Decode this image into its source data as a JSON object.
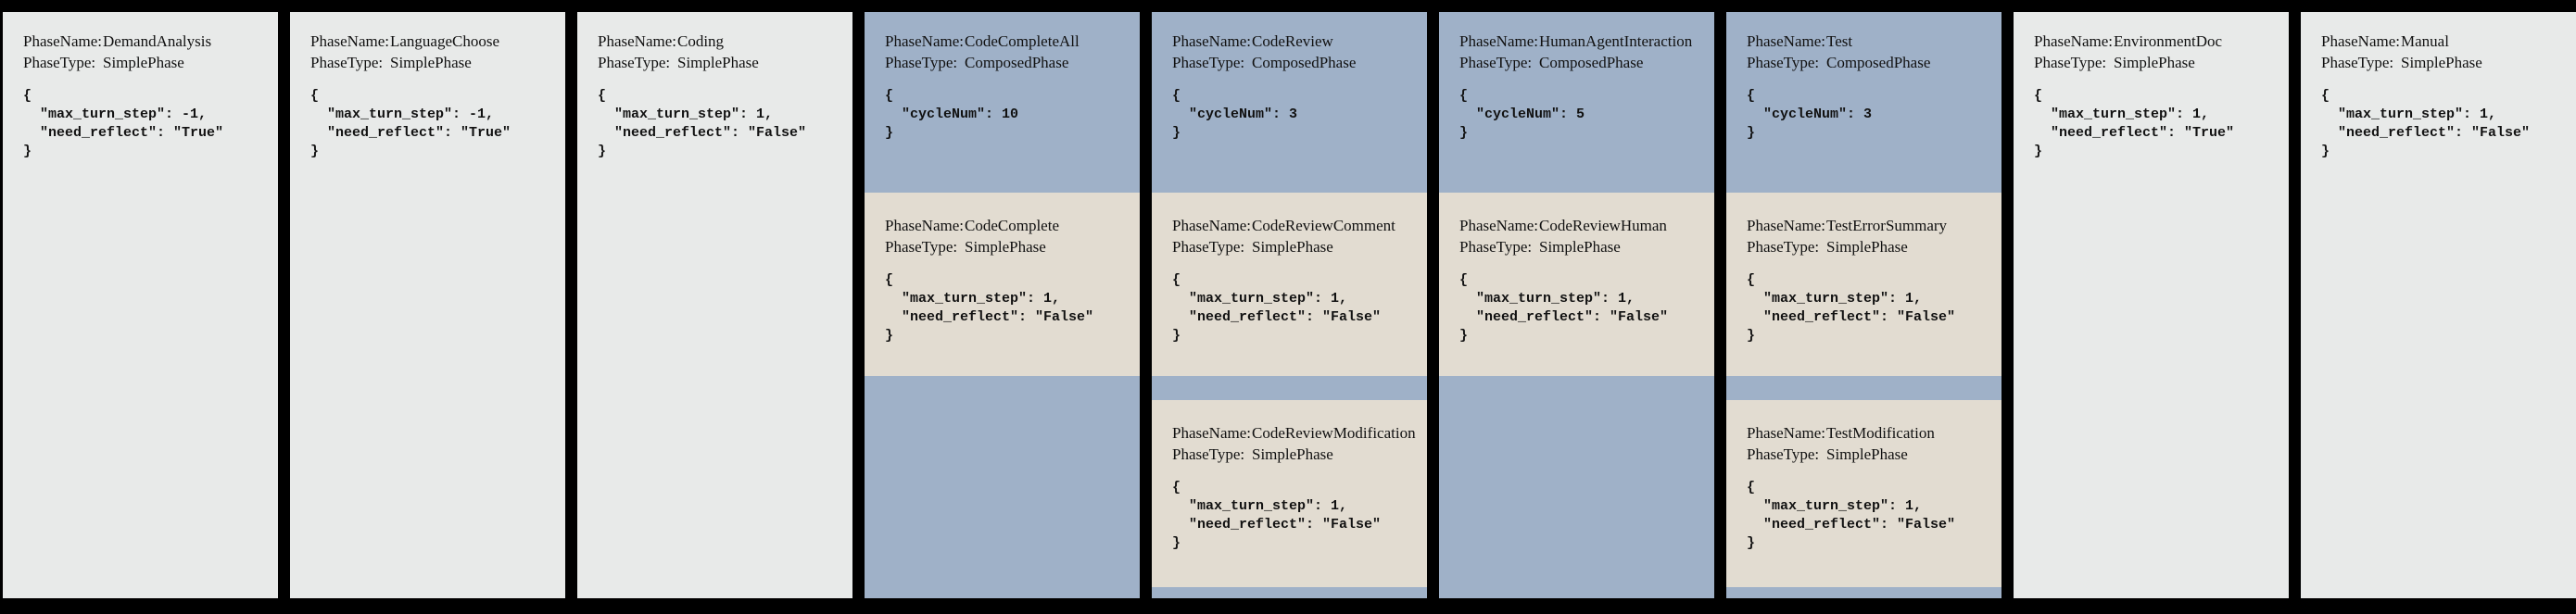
{
  "labels": {
    "phase_name": "PhaseName:",
    "phase_type": "PhaseType:"
  },
  "colors": {
    "background": "#000000",
    "simple_phase_bg": "#e8eae9",
    "composed_phase_bg": "#9fb1c8",
    "nested_phase_bg": "#e2dcd1",
    "text": "#111111"
  },
  "phases": [
    {
      "name": "DemandAnalysis",
      "type": "SimplePhase",
      "config": "{\n  \"max_turn_step\": -1,\n  \"need_reflect\": \"True\"\n}"
    },
    {
      "name": "LanguageChoose",
      "type": "SimplePhase",
      "config": "{\n  \"max_turn_step\": -1,\n  \"need_reflect\": \"True\"\n}"
    },
    {
      "name": "Coding",
      "type": "SimplePhase",
      "config": "{\n  \"max_turn_step\": 1,\n  \"need_reflect\": \"False\"\n}"
    },
    {
      "name": "CodeCompleteAll",
      "type": "ComposedPhase",
      "config": "{\n  \"cycleNum\": 10\n}",
      "children": [
        {
          "name": "CodeComplete",
          "type": "SimplePhase",
          "config": "{\n  \"max_turn_step\": 1,\n  \"need_reflect\": \"False\"\n}"
        }
      ]
    },
    {
      "name": "CodeReview",
      "type": "ComposedPhase",
      "config": "{\n  \"cycleNum\": 3\n}",
      "children": [
        {
          "name": "CodeReviewComment",
          "type": "SimplePhase",
          "config": "{\n  \"max_turn_step\": 1,\n  \"need_reflect\": \"False\"\n}"
        },
        {
          "name": "CodeReviewModification",
          "type": "SimplePhase",
          "config": "{\n  \"max_turn_step\": 1,\n  \"need_reflect\": \"False\"\n}"
        }
      ]
    },
    {
      "name": "HumanAgentInteraction",
      "type": "ComposedPhase",
      "config": "{\n  \"cycleNum\": 5\n}",
      "children": [
        {
          "name": "CodeReviewHuman",
          "type": "SimplePhase",
          "config": "{\n  \"max_turn_step\": 1,\n  \"need_reflect\": \"False\"\n}"
        }
      ]
    },
    {
      "name": "Test",
      "type": "ComposedPhase",
      "config": "{\n  \"cycleNum\": 3\n}",
      "children": [
        {
          "name": "TestErrorSummary",
          "type": "SimplePhase",
          "config": "{\n  \"max_turn_step\": 1,\n  \"need_reflect\": \"False\"\n}"
        },
        {
          "name": "TestModification",
          "type": "SimplePhase",
          "config": "{\n  \"max_turn_step\": 1,\n  \"need_reflect\": \"False\"\n}"
        }
      ]
    },
    {
      "name": "EnvironmentDoc",
      "type": "SimplePhase",
      "config": "{\n  \"max_turn_step\": 1,\n  \"need_reflect\": \"True\"\n}"
    },
    {
      "name": "Manual",
      "type": "SimplePhase",
      "config": "{\n  \"max_turn_step\": 1,\n  \"need_reflect\": \"False\"\n}"
    }
  ]
}
